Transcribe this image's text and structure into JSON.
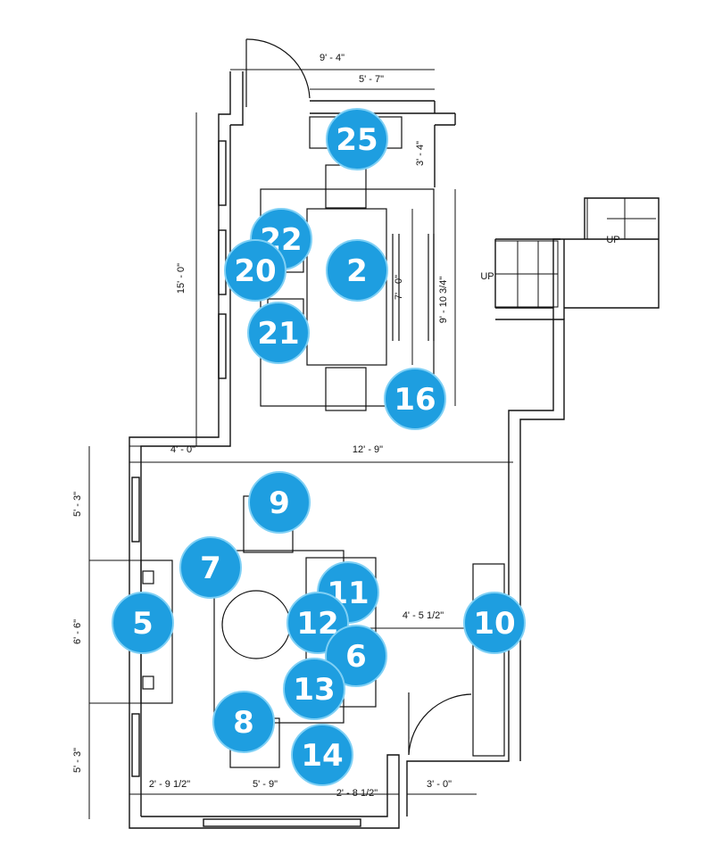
{
  "dimensions": {
    "top_width": "9' - 4\"",
    "top_inner": "5' - 7\"",
    "top_right_depth": "3' - 4\"",
    "left_upper": "15' - 0\"",
    "rug_depth": "7' - 0\"",
    "room_depth": "9' - 10 3/4\"",
    "mid_left": "4' - 0\"",
    "mid_right": "12' - 9\"",
    "left_a": "5' - 3\"",
    "left_b": "6' - 6\"",
    "left_c": "5' - 3\"",
    "bottom_a": "2' - 9 1/2\"",
    "bottom_b": "5' - 9\"",
    "bottom_c": "2' - 8 1/2\"",
    "bottom_d": "3' - 0\"",
    "aisle": "4' - 5 1/2\""
  },
  "stair_labels": {
    "up_left": "UP",
    "up_right": "UP"
  },
  "markers": [
    "25",
    "22",
    "20",
    "2",
    "21",
    "16",
    "9",
    "7",
    "11",
    "5",
    "12",
    "10",
    "6",
    "13",
    "8",
    "14"
  ],
  "colors": {
    "marker_fill": "#1e9ee0",
    "marker_ring": "#7fd0f5",
    "line": "#111111"
  }
}
